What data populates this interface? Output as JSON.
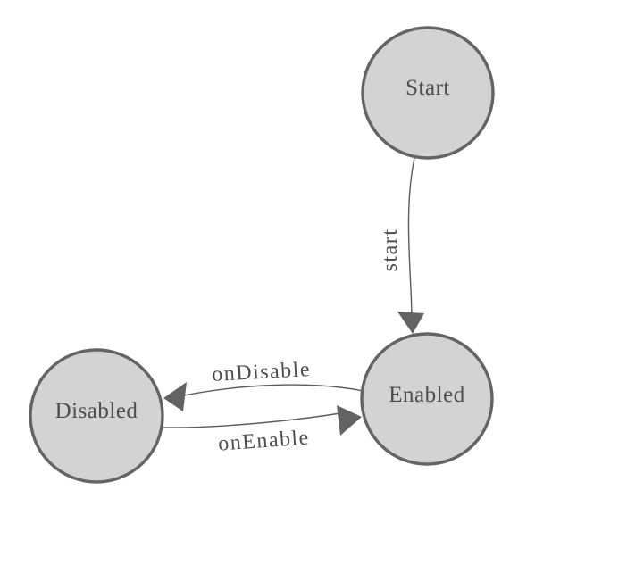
{
  "diagram": {
    "type": "state-machine",
    "colors": {
      "background": "#ffffff",
      "node_fill": "#d3d3d3",
      "node_border": "#646464",
      "edge_line": "#5b5b5b",
      "arrow_fill": "#636363",
      "node_label": "#4d4d4d",
      "edge_label": "#4f4f4f"
    },
    "nodes": [
      {
        "id": "start",
        "label": "Start"
      },
      {
        "id": "enabled",
        "label": "Enabled"
      },
      {
        "id": "disabled",
        "label": "Disabled"
      }
    ],
    "edges": [
      {
        "label": "start",
        "from": "Start",
        "to": "Enabled"
      },
      {
        "label": "onDisable",
        "from": "Enabled",
        "to": "Disabled"
      },
      {
        "label": "onEnable",
        "from": "Disabled",
        "to": "Enabled"
      }
    ]
  }
}
